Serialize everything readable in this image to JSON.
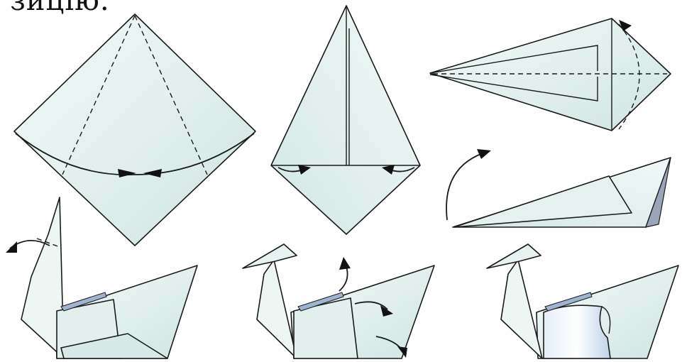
{
  "header": {
    "text": "зицію."
  },
  "colors": {
    "paper_light": "#eef6f4",
    "paper_mid": "#d8ebe8",
    "paper_shade": "#bcd7d4",
    "insert_blue": "#cfdfee",
    "underside": "#9aa6b8",
    "ink": "#1a1a1a"
  },
  "steps": [
    {
      "id": "step-1",
      "figure": "kite-square-with-dashed-folds",
      "action": "fold-sides-to-center"
    },
    {
      "id": "step-2",
      "figure": "kite-folded",
      "action": "fold-bottom-edges-to-center"
    },
    {
      "id": "step-3",
      "figure": "kite-horizontal",
      "action": "fold-in-half"
    },
    {
      "id": "step-4",
      "figure": "folded-body",
      "action": "raise-neck"
    },
    {
      "id": "step-5",
      "figure": "swan-with-neck",
      "action": "fold-head-down"
    },
    {
      "id": "step-6",
      "figure": "swan-with-head",
      "action": "pull-out-wings"
    },
    {
      "id": "step-7",
      "figure": "finished-swan",
      "action": "none"
    }
  ]
}
